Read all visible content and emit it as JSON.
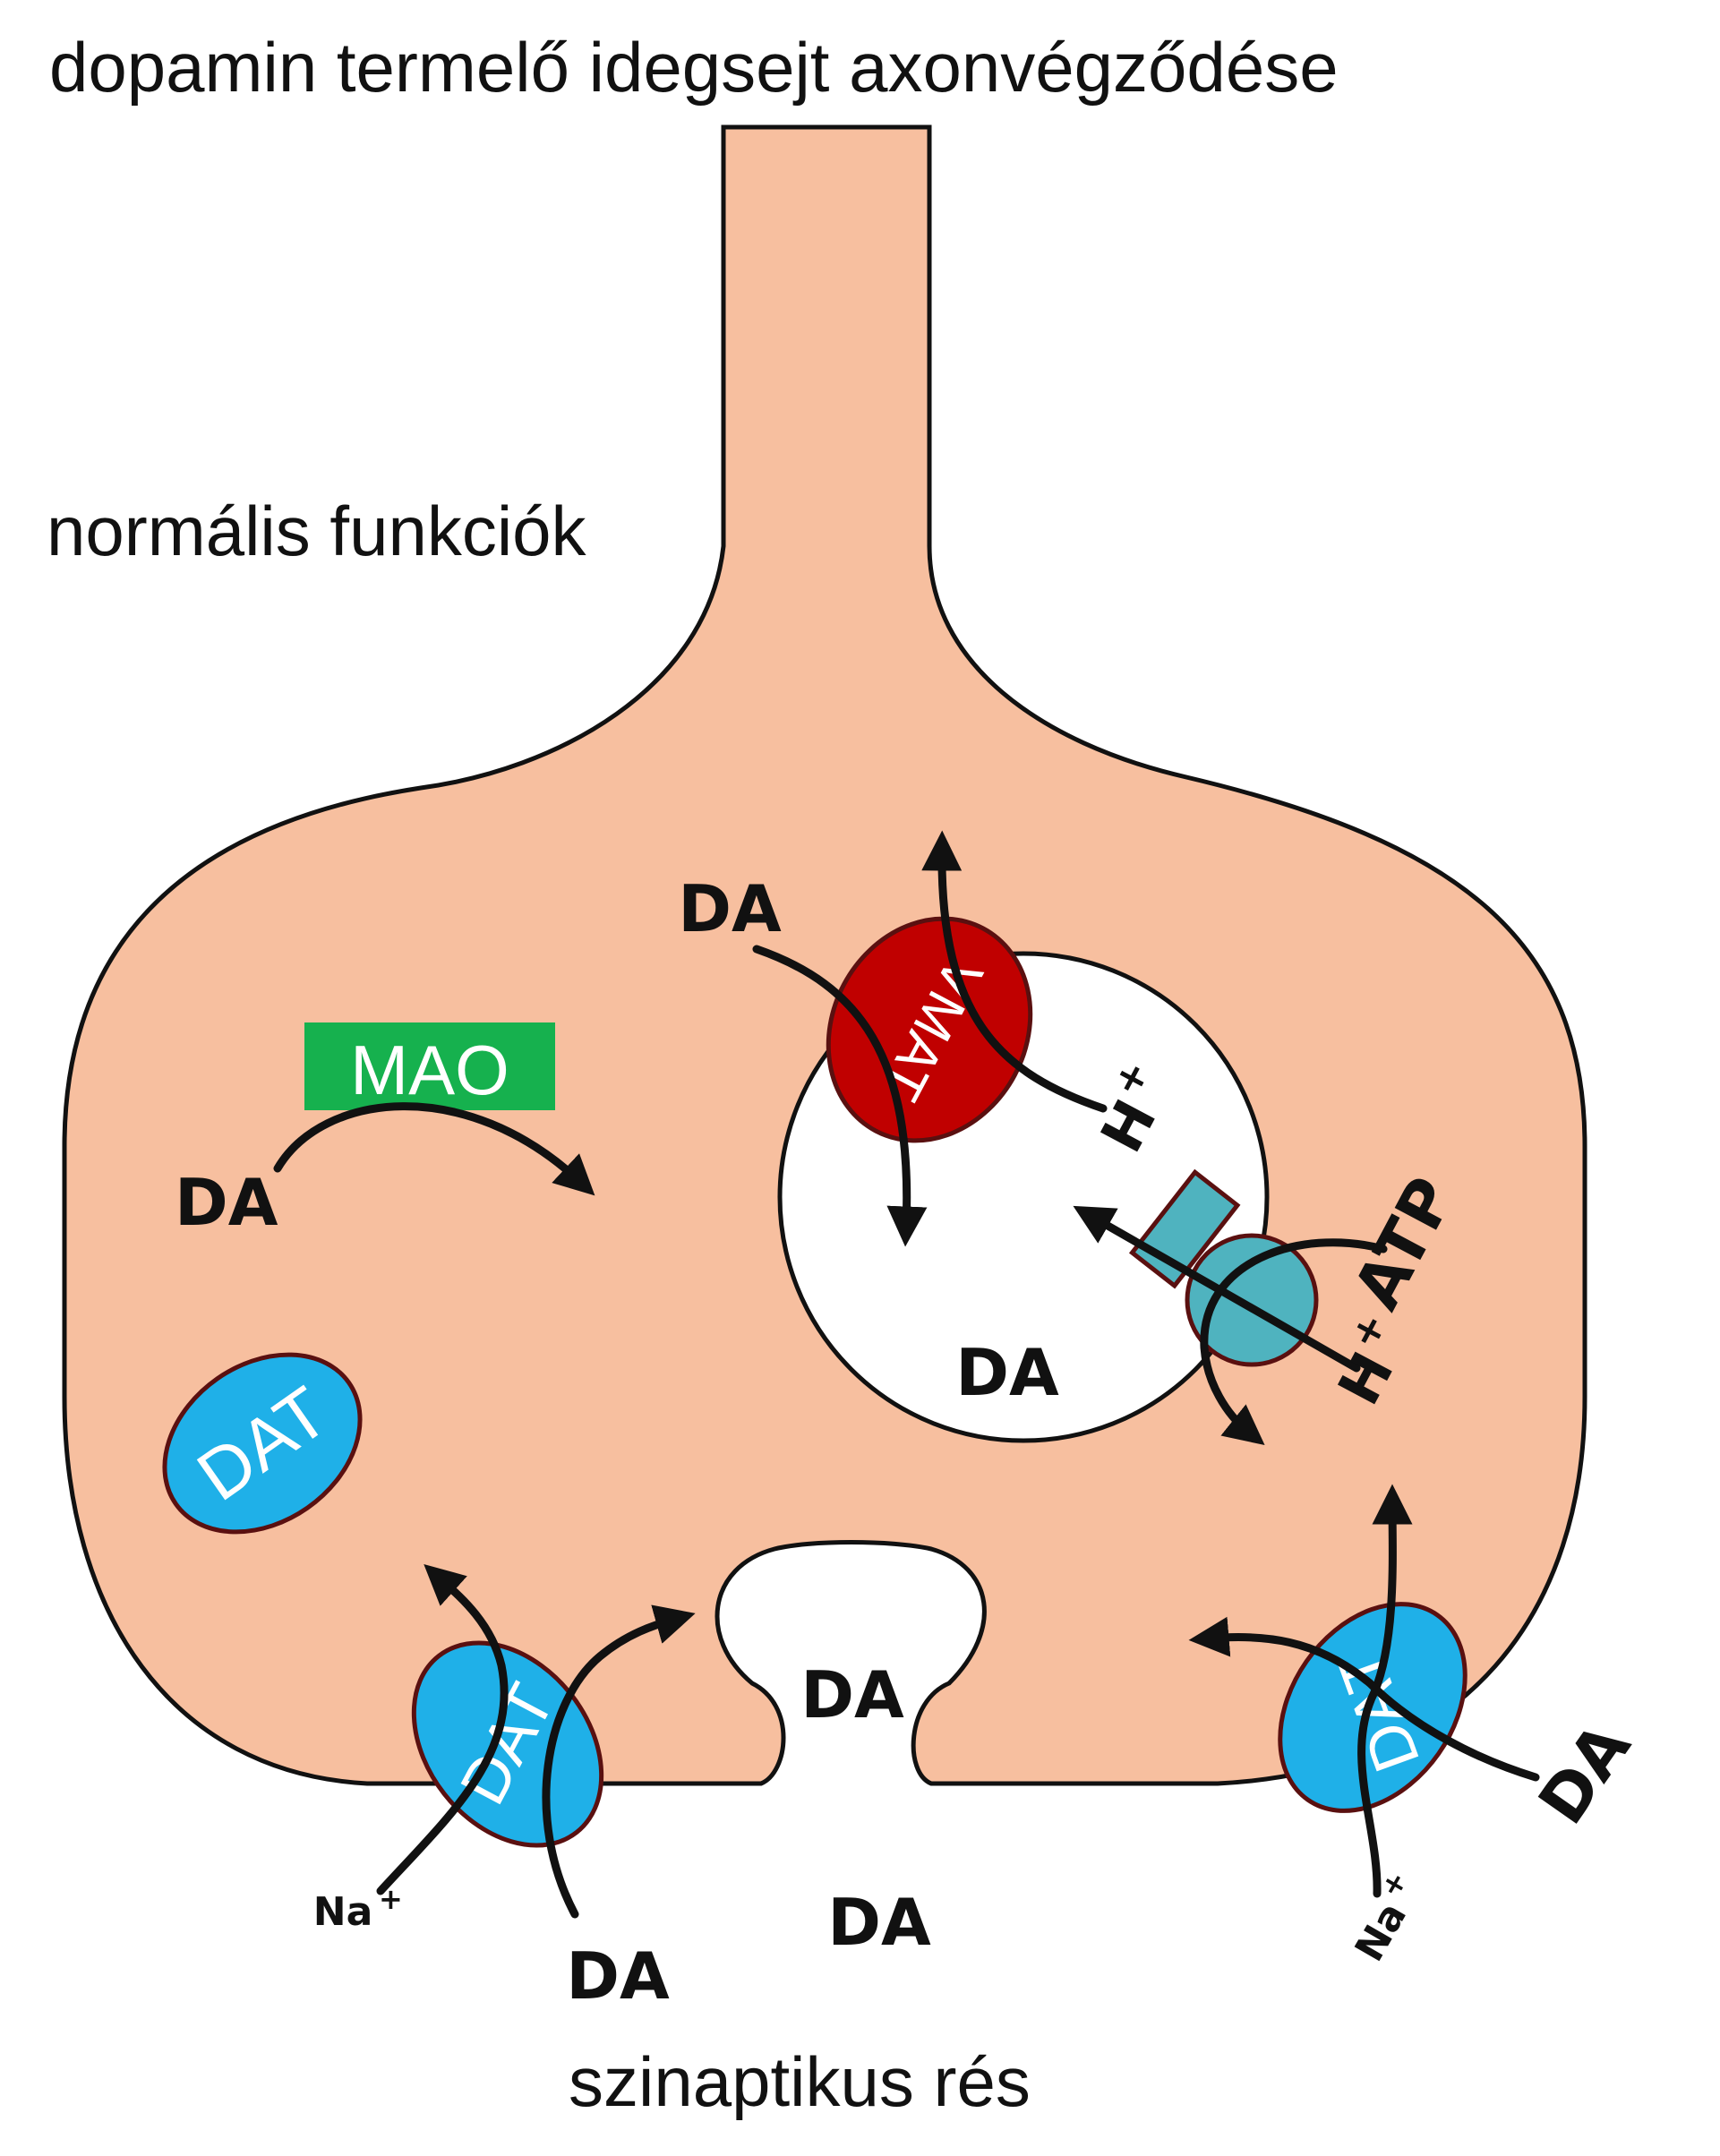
{
  "title": "dopamin termelő idegsejt axonvégződése",
  "subtitle": "normális funkciók",
  "bottom_caption": "szinaptikus rés",
  "colors": {
    "cell": "#f7bf9f",
    "outline": "#111111",
    "vmat": "#c00000",
    "dat": "#1fb0e8",
    "protein_outline": "#5a1010",
    "atpase": "#4fb3bf",
    "mao": "#16b14e",
    "vesicle": "#ffffff"
  },
  "labels": {
    "mao": "MAO",
    "vmat": "VMAT",
    "dat": "DAT",
    "da": "DA",
    "h": "H",
    "plus": "+",
    "atp": "ATP",
    "na": "Na"
  }
}
